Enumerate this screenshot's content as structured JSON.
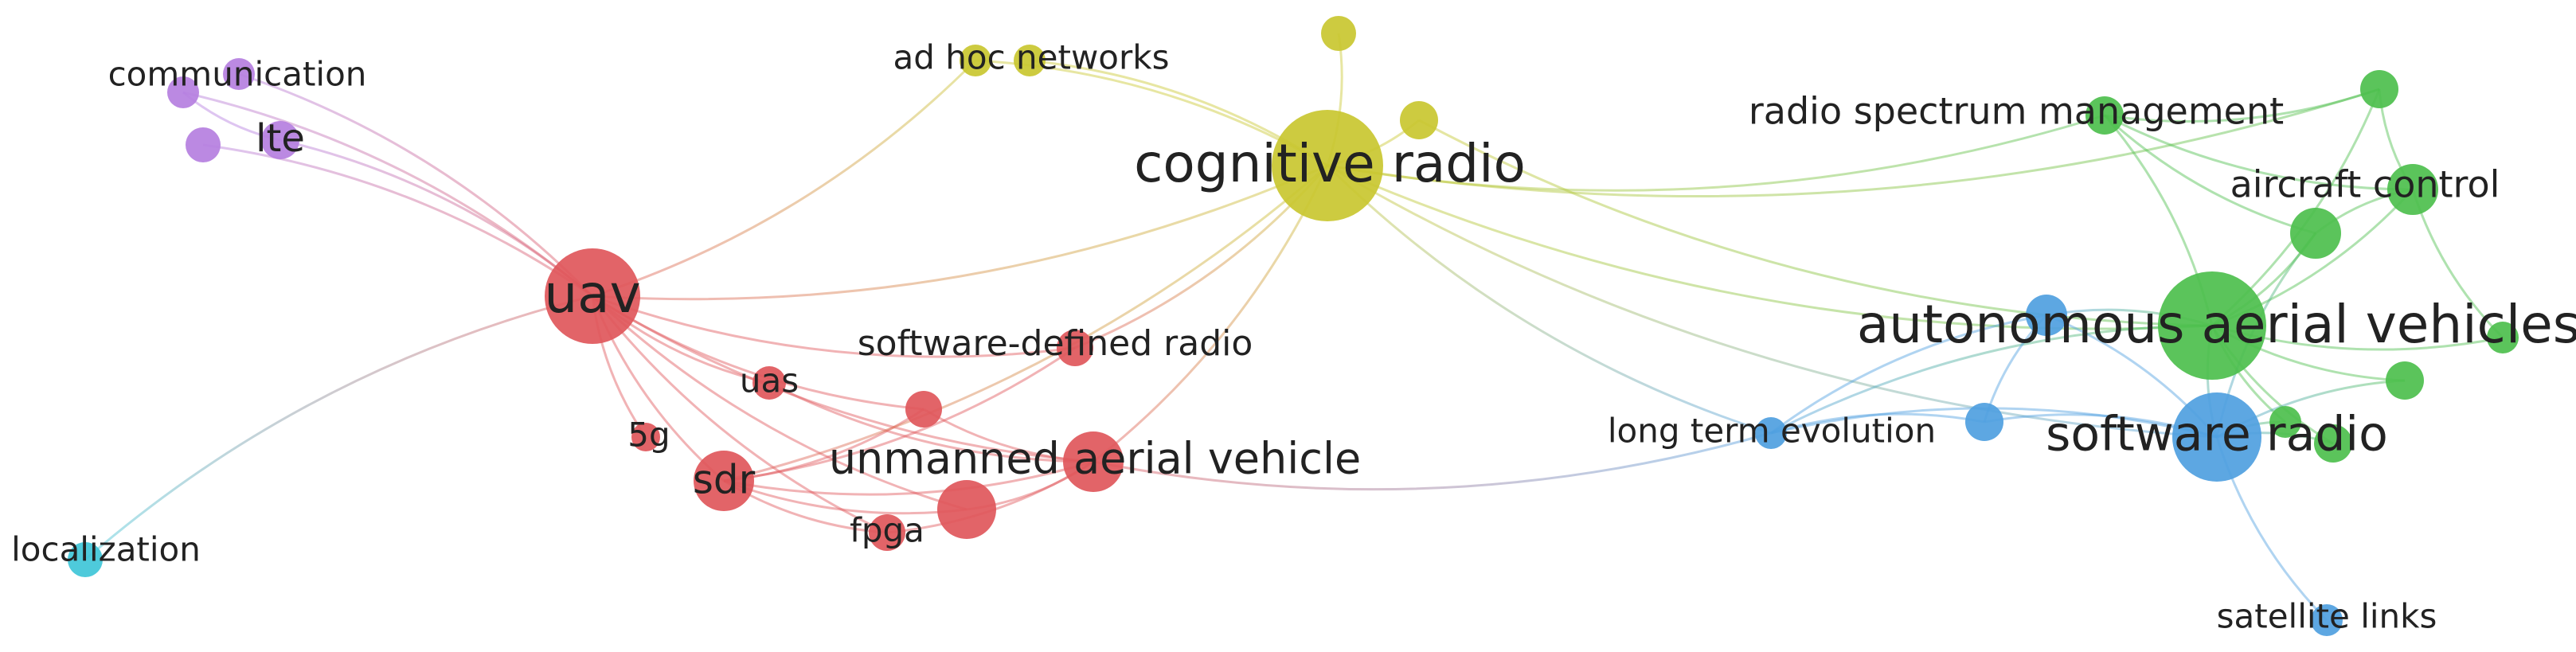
{
  "colors": {
    "red": "#e0575b",
    "yellow": "#c9c730",
    "green": "#4dbf4d",
    "blue": "#4f9fe0",
    "purple": "#b57fe0",
    "cyan": "#3fc6d8"
  },
  "nodes": [
    {
      "id": "communication",
      "label": "communication",
      "cluster": "purple"
    },
    {
      "id": "comm2",
      "label": "",
      "cluster": "purple"
    },
    {
      "id": "lte",
      "label": "lte",
      "cluster": "purple"
    },
    {
      "id": "comm4",
      "label": "",
      "cluster": "purple"
    },
    {
      "id": "localization",
      "label": "localization",
      "cluster": "cyan"
    },
    {
      "id": "uav",
      "label": "uav",
      "cluster": "red"
    },
    {
      "id": "uas",
      "label": "uas",
      "cluster": "red"
    },
    {
      "id": "5g",
      "label": "5g",
      "cluster": "red"
    },
    {
      "id": "sdr",
      "label": "sdr",
      "cluster": "red"
    },
    {
      "id": "fpga",
      "label": "fpga",
      "cluster": "red"
    },
    {
      "id": "red_small",
      "label": "",
      "cluster": "red"
    },
    {
      "id": "red_big",
      "label": "",
      "cluster": "red"
    },
    {
      "id": "sdradio",
      "label": "software-defined radio",
      "cluster": "red"
    },
    {
      "id": "unmanned",
      "label": "unmanned aerial vehicle",
      "cluster": "red"
    },
    {
      "id": "adhoc",
      "label": "ad hoc networks",
      "cluster": "yellow"
    },
    {
      "id": "adhoc2",
      "label": "",
      "cluster": "yellow"
    },
    {
      "id": "yellow_top",
      "label": "",
      "cluster": "yellow"
    },
    {
      "id": "yellow_mid",
      "label": "",
      "cluster": "yellow"
    },
    {
      "id": "cognitive",
      "label": "cognitive radio",
      "cluster": "yellow"
    },
    {
      "id": "spectrum",
      "label": "radio spectrum management",
      "cluster": "green"
    },
    {
      "id": "green_tr",
      "label": "",
      "cluster": "green"
    },
    {
      "id": "aircraft",
      "label": "aircraft control",
      "cluster": "green"
    },
    {
      "id": "green_big2",
      "label": "",
      "cluster": "green"
    },
    {
      "id": "green_r1",
      "label": "",
      "cluster": "green"
    },
    {
      "id": "autonomous",
      "label": "autonomous aerial vehicles",
      "cluster": "green"
    },
    {
      "id": "green_r2",
      "label": "",
      "cluster": "green"
    },
    {
      "id": "green_r3",
      "label": "",
      "cluster": "green"
    },
    {
      "id": "green_sw",
      "label": "",
      "cluster": "green"
    },
    {
      "id": "blue_top",
      "label": "",
      "cluster": "blue"
    },
    {
      "id": "longterm",
      "label": "long term evolution",
      "cluster": "blue"
    },
    {
      "id": "blue_mid",
      "label": "",
      "cluster": "blue"
    },
    {
      "id": "software",
      "label": "software radio",
      "cluster": "blue"
    },
    {
      "id": "satellite",
      "label": "satellite links",
      "cluster": "blue"
    }
  ],
  "links": [
    [
      "uav",
      "communication"
    ],
    [
      "uav",
      "comm2"
    ],
    [
      "uav",
      "lte"
    ],
    [
      "uav",
      "comm4"
    ],
    [
      "uav",
      "localization"
    ],
    [
      "uav",
      "adhoc"
    ],
    [
      "uav",
      "cognitive"
    ],
    [
      "uav",
      "uas"
    ],
    [
      "uav",
      "5g"
    ],
    [
      "uav",
      "sdr"
    ],
    [
      "uav",
      "fpga"
    ],
    [
      "uav",
      "red_small"
    ],
    [
      "uav",
      "red_big"
    ],
    [
      "uav",
      "sdradio"
    ],
    [
      "uav",
      "unmanned"
    ],
    [
      "sdr",
      "unmanned"
    ],
    [
      "sdr",
      "fpga"
    ],
    [
      "sdr",
      "red_small"
    ],
    [
      "sdr",
      "red_big"
    ],
    [
      "sdr",
      "sdradio"
    ],
    [
      "uas",
      "unmanned"
    ],
    [
      "fpga",
      "unmanned"
    ],
    [
      "red_big",
      "unmanned"
    ],
    [
      "red_small",
      "unmanned"
    ],
    [
      "sdr",
      "cognitive"
    ],
    [
      "unmanned",
      "cognitive"
    ],
    [
      "sdradio",
      "cognitive"
    ],
    [
      "unmanned",
      "longterm"
    ],
    [
      "cognitive",
      "adhoc"
    ],
    [
      "cognitive",
      "adhoc2"
    ],
    [
      "cognitive",
      "yellow_top"
    ],
    [
      "cognitive",
      "yellow_mid"
    ],
    [
      "cognitive",
      "spectrum"
    ],
    [
      "cognitive",
      "autonomous"
    ],
    [
      "cognitive",
      "software"
    ],
    [
      "cognitive",
      "green_tr"
    ],
    [
      "cognitive",
      "longterm"
    ],
    [
      "yellow_mid",
      "autonomous"
    ],
    [
      "autonomous",
      "spectrum"
    ],
    [
      "autonomous",
      "green_tr"
    ],
    [
      "autonomous",
      "aircraft"
    ],
    [
      "autonomous",
      "green_big2"
    ],
    [
      "autonomous",
      "green_r1"
    ],
    [
      "autonomous",
      "green_r2"
    ],
    [
      "autonomous",
      "green_r3"
    ],
    [
      "autonomous",
      "green_sw"
    ],
    [
      "autonomous",
      "software"
    ],
    [
      "autonomous",
      "blue_top"
    ],
    [
      "autonomous",
      "longterm"
    ],
    [
      "spectrum",
      "green_tr"
    ],
    [
      "spectrum",
      "aircraft"
    ],
    [
      "spectrum",
      "green_big2"
    ],
    [
      "green_tr",
      "aircraft"
    ],
    [
      "aircraft",
      "green_r1"
    ],
    [
      "aircraft",
      "green_big2"
    ],
    [
      "green_big2",
      "software"
    ],
    [
      "green_r2",
      "software"
    ],
    [
      "green_sw",
      "software"
    ],
    [
      "software",
      "blue_top"
    ],
    [
      "software",
      "blue_mid"
    ],
    [
      "software",
      "longterm"
    ],
    [
      "software",
      "satellite"
    ],
    [
      "blue_top",
      "longterm"
    ],
    [
      "blue_top",
      "blue_mid"
    ],
    [
      "blue_mid",
      "longterm"
    ],
    [
      "green_r3",
      "software"
    ],
    [
      "communication",
      "lte"
    ]
  ]
}
